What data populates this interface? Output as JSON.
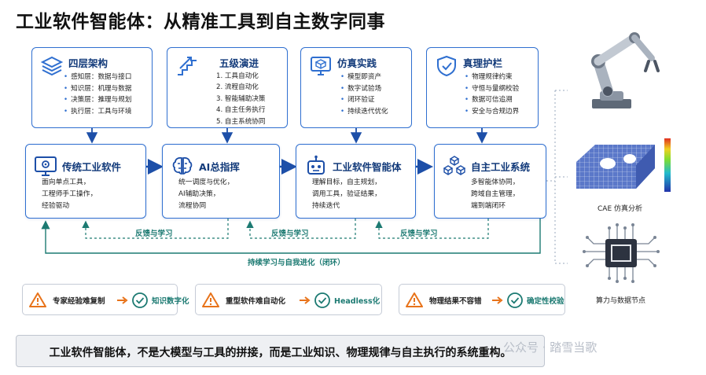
{
  "title": "工业软件智能体：从精准工具到自主数字同事",
  "top_cards": [
    {
      "title": "四层架构",
      "icon": "layers-icon",
      "items": [
        "感知层：数据与接口",
        "知识层：机理与数据",
        "决策层：推理与规划",
        "执行层：工具与环境"
      ]
    },
    {
      "title": "五级演进",
      "icon": "stairs-growth-icon",
      "items": [
        "1. 工具自动化",
        "2. 流程自动化",
        "3. 智能辅助决策",
        "4. 自主任务执行",
        "5. 自主系统协同"
      ]
    },
    {
      "title": "仿真实践",
      "icon": "simulation-monitor-icon",
      "items": [
        "模型即资产",
        "数字试验场",
        "闭环验证",
        "持续迭代优化"
      ]
    },
    {
      "title": "真理护栏",
      "icon": "shield-check-icon",
      "items": [
        "物理规律约束",
        "守恒与量纲校验",
        "数据可信追溯",
        "安全与合规边界"
      ]
    }
  ],
  "stages": [
    {
      "title": "传统工业软件",
      "icon": "software-gear-icon",
      "lines": [
        "面向单点工具，",
        "工程师手工操作，",
        "经验驱动"
      ]
    },
    {
      "title": "AI总指挥",
      "icon": "brain-icon",
      "lines": [
        "统一调度与优化，",
        "AI辅助决策，",
        "流程协同"
      ]
    },
    {
      "title": "工业软件智能体",
      "icon": "robot-icon",
      "lines": [
        "理解目标，自主规划，",
        "调用工具，验证结果，",
        "持续迭代"
      ]
    },
    {
      "title": "自主工业系统",
      "icon": "cubes-network-icon",
      "lines": [
        "多智能体协同，",
        "跨域自主管理，",
        "端到端闭环"
      ]
    }
  ],
  "feedback_label": "反馈与学习",
  "loop_label": "持续学习与自我进化（闭环）",
  "pills": [
    {
      "problem": "专家经验难复制",
      "solution": "知识数字化"
    },
    {
      "problem": "重型软件难自动化",
      "solution": "Headless化"
    },
    {
      "problem": "物理结果不容错",
      "solution": "确定性校验"
    }
  ],
  "banner": "工业软件智能体，不是大模型与工具的拼接，而是工业知识、物理规律与自主执行的系统重构。",
  "watermark": "公众号 · 踏雪当歌",
  "side": {
    "cae_caption": "CAE 仿真分析",
    "chip_caption": "算力与数据节点"
  },
  "colors": {
    "accent": "#2f6fd0",
    "navy": "#123a7a",
    "teal": "#1c7a72",
    "warning": "#e8731a"
  }
}
